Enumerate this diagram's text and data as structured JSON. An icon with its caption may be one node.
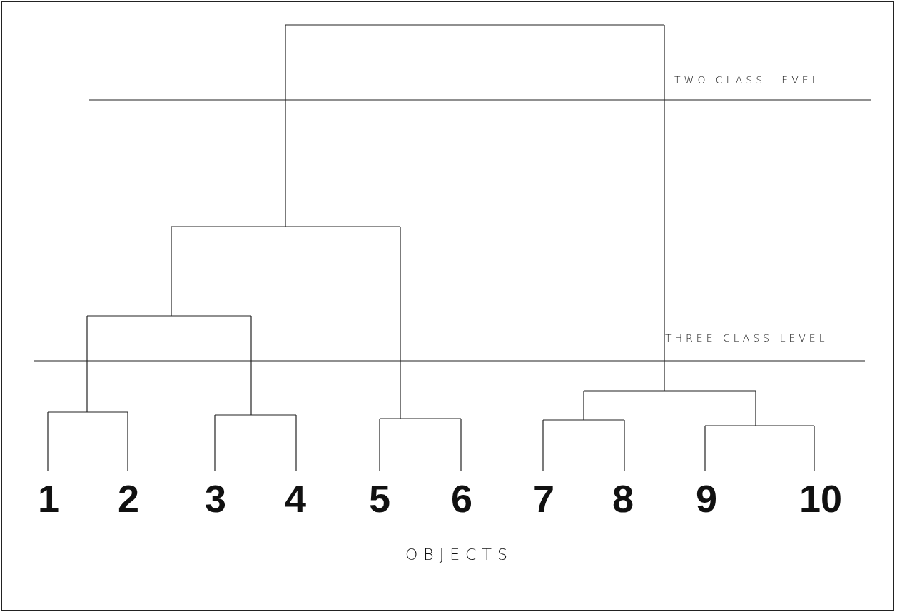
{
  "diagram": {
    "labels": [
      "TWO CLASS LEVEL",
      "THREE CLASS LEVEL",
      "1",
      "2",
      "3",
      "4",
      "5",
      "6",
      "7",
      "8",
      "9",
      "10",
      "OBJECTS"
    ]
  }
}
